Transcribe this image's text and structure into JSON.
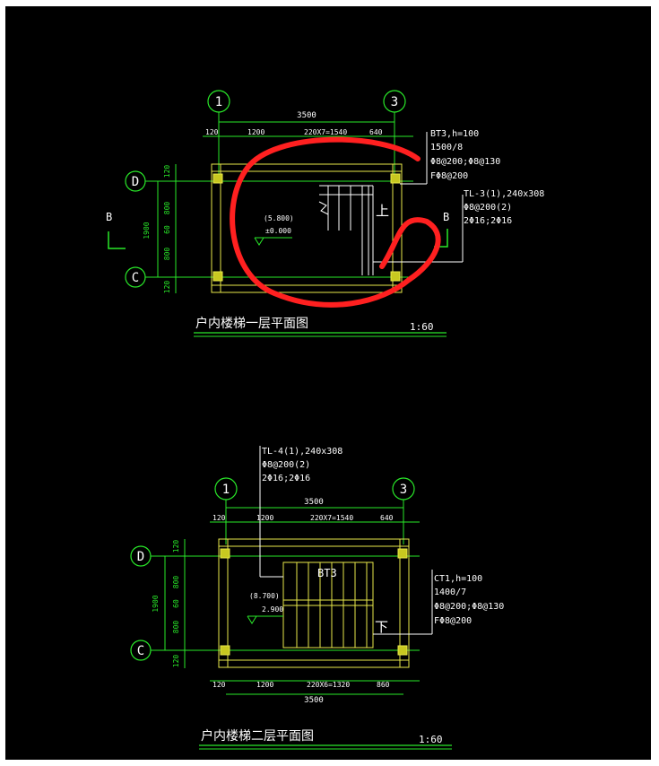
{
  "colors": {
    "background": "#000000",
    "dimension_green": "#29e829",
    "wall_yellow": "#e8e84a",
    "text_white": "#ffffff",
    "markup_red": "#ff2020",
    "cyan": "#40d0ff",
    "magenta": "#ff40ff"
  },
  "plan1": {
    "title": "户内楼梯一层平面图",
    "scale": "1:60",
    "axis_top": [
      "1",
      "3"
    ],
    "axis_left": [
      "D",
      "C"
    ],
    "dim_overall": "3500",
    "dims_top": [
      "120",
      "1200",
      "220X7=1540",
      "640"
    ],
    "dims_left": [
      "120",
      "800",
      "60",
      "800",
      "120"
    ],
    "dim_left_total": "1900",
    "section_mark": "B",
    "section_mark_right": "B",
    "up_label": "上",
    "level_text_1": "(5.800)",
    "level_text_2": "±0.000",
    "note_bt3": [
      "BT3,h=100",
      "1500/8",
      "Φ8@200;Φ8@130",
      "FΦ8@200"
    ],
    "note_tl3": [
      "TL-3(1),240x308",
      "Φ8@200(2)",
      "2Φ16;2Φ16"
    ]
  },
  "plan2": {
    "title": "户内楼梯二层平面图",
    "scale": "1:60",
    "axis_top": [
      "1",
      "3"
    ],
    "axis_left": [
      "D",
      "C"
    ],
    "dim_overall_top": "3500",
    "dim_overall_bottom": "3500",
    "dims_top": [
      "120",
      "1200",
      "220X7=1540",
      "640"
    ],
    "dims_bottom": [
      "120",
      "1200",
      "220X6=1320",
      "860"
    ],
    "dims_left": [
      "120",
      "800",
      "60",
      "800",
      "120"
    ],
    "dim_left_total": "1900",
    "bt3_label": "BT3",
    "down_label": "下",
    "level_text_1": "(8.700)",
    "level_text_2": "2.900",
    "note_tl4": [
      "TL-4(1),240x308",
      "Φ8@200(2)",
      "2Φ16;2Φ16"
    ],
    "note_ct1": [
      "CT1,h=100",
      "1400/7",
      "Φ8@200;Φ8@130",
      "FΦ8@200"
    ]
  }
}
